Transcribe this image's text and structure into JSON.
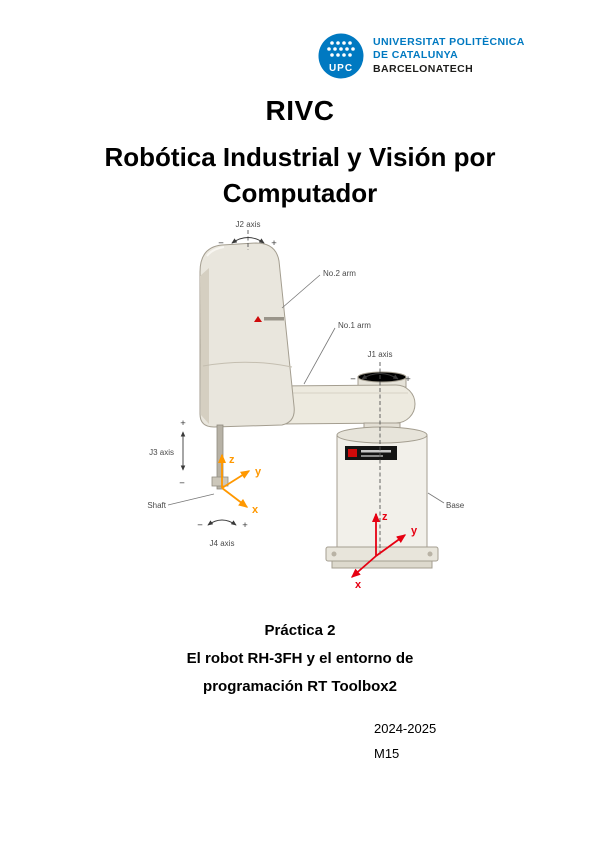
{
  "logo": {
    "acronym": "UPC",
    "name_line1": "UNIVERSITAT POLITÈCNICA",
    "name_line2": "DE CATALUNYA",
    "name_line3": "BARCELONATECH",
    "brand_blue": "#0079c1"
  },
  "titles": {
    "acronym": "RIVC",
    "course_line1": "Robótica Industrial y Visión por",
    "course_line2": "Computador"
  },
  "diagram": {
    "labels": {
      "j1_axis": "J1 axis",
      "j2_axis": "J2 axis",
      "j3_axis": "J3 axis",
      "j4_axis": "J4 axis",
      "no1_arm": "No.1 arm",
      "no2_arm": "No.2 arm",
      "shaft": "Shaft",
      "base": "Base",
      "plus": "+",
      "minus": "−"
    },
    "tool_frame": {
      "x": "x",
      "y": "y",
      "z": "z",
      "color": "#ff9800"
    },
    "base_frame": {
      "x": "x",
      "y": "y",
      "z": "z",
      "color": "#e60012"
    }
  },
  "footer": {
    "practice": "Práctica 2",
    "subtitle_line1": "El robot RH-3FH y el entorno de",
    "subtitle_line2": "programación RT Toolbox2",
    "academic_year": "2024-2025",
    "group": "M15"
  }
}
